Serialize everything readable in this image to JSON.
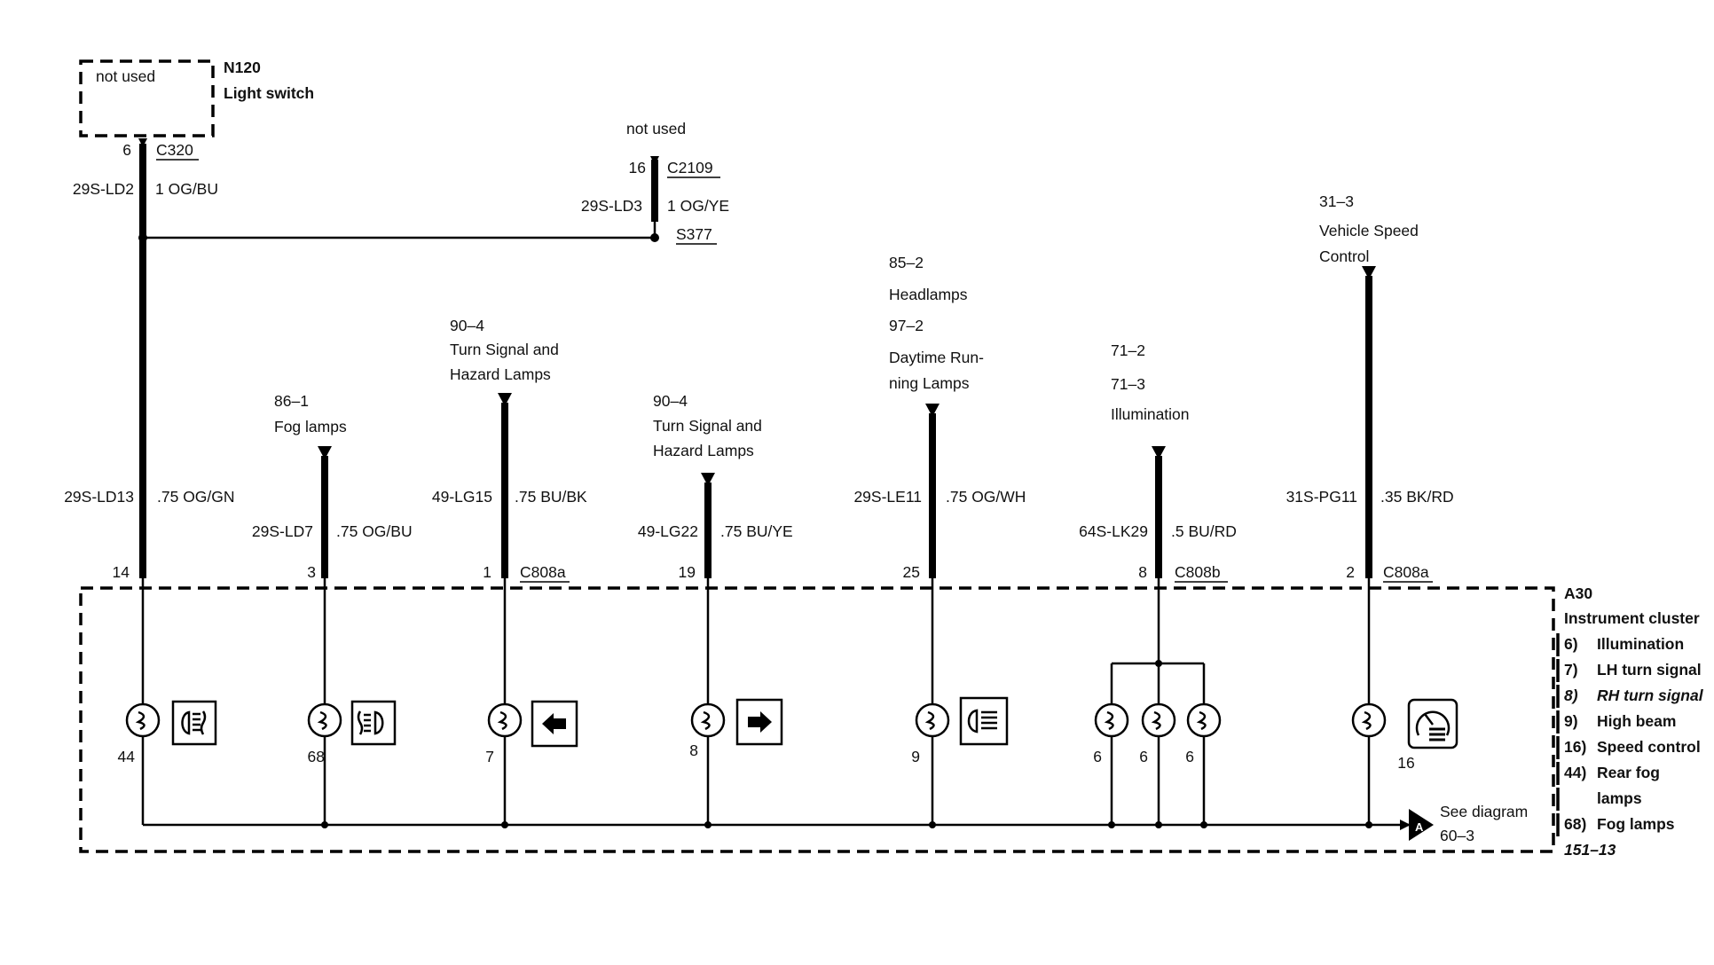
{
  "light_switch_box": {
    "text": "not used",
    "id": "N120",
    "name": "Light switch"
  },
  "left_wire": {
    "pin_top": "6",
    "connector_top": "C320",
    "circuit": "29S-LD2",
    "gauge_color": "1 OG/BU"
  },
  "not_used_label": "not used",
  "c2109": {
    "pin": "16",
    "connector": "C2109",
    "circuit": "29S-LD3",
    "gauge_color": "1 OG/YE",
    "splice": "S377"
  },
  "feeds": [
    {
      "circuit": "29S-LD13",
      "gauge_color": ".75 OG/GN",
      "pin": "14",
      "connector": "",
      "refs": []
    },
    {
      "circuit": "29S-LD7",
      "gauge_color": ".75 OG/BU",
      "pin": "3",
      "connector": "",
      "refs": [
        "86–1",
        "Fog lamps"
      ]
    },
    {
      "circuit": "49-LG15",
      "gauge_color": ".75 BU/BK",
      "pin": "1",
      "connector": "C808a",
      "refs": [
        "90–4",
        "Turn Signal and",
        "Hazard Lamps"
      ]
    },
    {
      "circuit": "49-LG22",
      "gauge_color": ".75 BU/YE",
      "pin": "19",
      "connector": "",
      "refs": [
        "90–4",
        "Turn Signal and",
        "Hazard Lamps"
      ]
    },
    {
      "circuit": "29S-LE11",
      "gauge_color": ".75 OG/WH",
      "pin": "25",
      "connector": "",
      "refs": [
        "85–2",
        "Headlamps",
        "97–2",
        "Daytime Run-",
        "ning Lamps"
      ]
    },
    {
      "circuit": "64S-LK29",
      "gauge_color": ".5 BU/RD",
      "pin": "8",
      "connector": "C808b",
      "refs": [
        "71–2",
        "71–3",
        "Illumination"
      ]
    },
    {
      "circuit": "31S-PG11",
      "gauge_color": ".35 BK/RD",
      "pin": "2",
      "connector": "C808a",
      "refs": [
        "31–3",
        "Vehicle Speed",
        "Control"
      ]
    }
  ],
  "lamps": [
    {
      "number": "44",
      "icon": "rear-fog-lamp-icon"
    },
    {
      "number": "68",
      "icon": "front-fog-lamp-icon"
    },
    {
      "number": "7",
      "icon": "lh-turn-arrow-icon"
    },
    {
      "number": "8",
      "icon": "rh-turn-arrow-icon"
    },
    {
      "number": "9",
      "icon": "high-beam-icon"
    },
    {
      "number": "6",
      "icon": ""
    },
    {
      "number": "6",
      "icon": ""
    },
    {
      "number": "6",
      "icon": ""
    },
    {
      "number": "16",
      "icon": "speed-control-icon"
    }
  ],
  "see_diagram": {
    "marker": "A",
    "text": "See diagram",
    "ref": "60–3"
  },
  "cluster": {
    "id": "A30",
    "name": "Instrument cluster",
    "legend": [
      {
        "num": "6)",
        "text": "Illumination"
      },
      {
        "num": "7)",
        "text": "LH turn signal"
      },
      {
        "num": "8)",
        "text": "RH turn signal"
      },
      {
        "num": "9)",
        "text": "High beam"
      },
      {
        "num": "16)",
        "text": "Speed control"
      },
      {
        "num": "44)",
        "text": "Rear fog"
      },
      {
        "num": "",
        "text": "lamps"
      },
      {
        "num": "68)",
        "text": "Fog lamps"
      }
    ],
    "page_ref": "151–13"
  }
}
